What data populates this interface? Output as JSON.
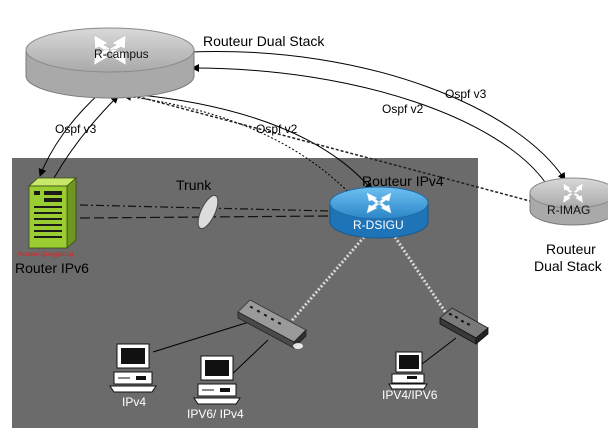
{
  "routers": {
    "campus": {
      "name": "R-campus",
      "caption": "Routeur Dual Stack"
    },
    "dsigu": {
      "name": "R-DSIGU",
      "caption": "Routeur IPv4"
    },
    "imag": {
      "name": "R-IMAG",
      "caption_line1": "Routeur",
      "caption_line2": "Dual Stack"
    }
  },
  "server": {
    "device_label": "Routeur QuaggaDoq",
    "caption": "Router IPv6",
    "color": "#9acd32"
  },
  "links": {
    "ospf_v3_left": "Ospf v3",
    "ospf_v2_center": "Ospf v2",
    "ospf_v3_right": "Ospf v3",
    "ospf_v2_right": "Ospf v2",
    "trunk": "Trunk"
  },
  "hosts": {
    "pc1": "IPv4",
    "pc2": "IPV6/ IPv4",
    "pc3": "IPV4/IPV6"
  },
  "colors": {
    "lan_background": "#6b6b6b",
    "router_gray": "#b8b8b8",
    "router_blue": "#2f95d8",
    "server_red_label": "#e02020"
  }
}
